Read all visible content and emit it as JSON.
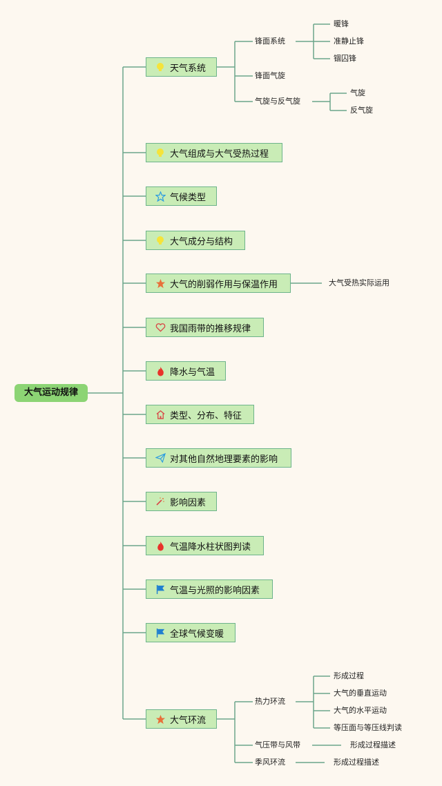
{
  "root": "大气运动规律",
  "branches": [
    {
      "label": "天气系统",
      "icon": "bulb-icon"
    },
    {
      "label": "大气组成与大气受热过程",
      "icon": "bulb-icon"
    },
    {
      "label": "气候类型",
      "icon": "star-outline-icon"
    },
    {
      "label": "大气成分与结构",
      "icon": "bulb-icon"
    },
    {
      "label": "大气的削弱作用与保温作用",
      "icon": "star-orange-icon"
    },
    {
      "label": "我国雨带的推移规律",
      "icon": "heart-icon"
    },
    {
      "label": "降水与气温",
      "icon": "fire-icon"
    },
    {
      "label": "类型、分布、特征",
      "icon": "home-icon"
    },
    {
      "label": "对其他自然地理要素的影响",
      "icon": "paper-plane-icon"
    },
    {
      "label": "影响因素",
      "icon": "magic-wand-icon"
    },
    {
      "label": "气温降水柱状图判读",
      "icon": "fire-icon"
    },
    {
      "label": "气温与光照的影响因素",
      "icon": "flag-icon"
    },
    {
      "label": "全球气候变暖",
      "icon": "flag-icon"
    },
    {
      "label": "大气环流",
      "icon": "star-orange-icon"
    }
  ],
  "weather": {
    "front_system": "锋面系统",
    "fronts": [
      "暖锋",
      "准静止锋",
      "锢囚锋"
    ],
    "frontal_cyclone": "锋面气旋",
    "cyclone_anticyclone": "气旋与反气旋",
    "cyclones": [
      "气旋",
      "反气旋"
    ]
  },
  "attenuation_child": "大气受热实际运用",
  "circulation": {
    "thermal": "热力环流",
    "thermal_children": [
      "形成过程",
      "大气的垂直运动",
      "大气的水平运动",
      "等压面与等压线判读"
    ],
    "pressure_belts": "气压带与风带",
    "pressure_child": "形成过程描述",
    "monsoon": "季风环流",
    "monsoon_child": "形成过程描述"
  },
  "colors": {
    "line": "#6ba58a",
    "node_fill": "#c9ecb6",
    "root_fill": "#8cd474",
    "background": "#fdf8f0"
  }
}
